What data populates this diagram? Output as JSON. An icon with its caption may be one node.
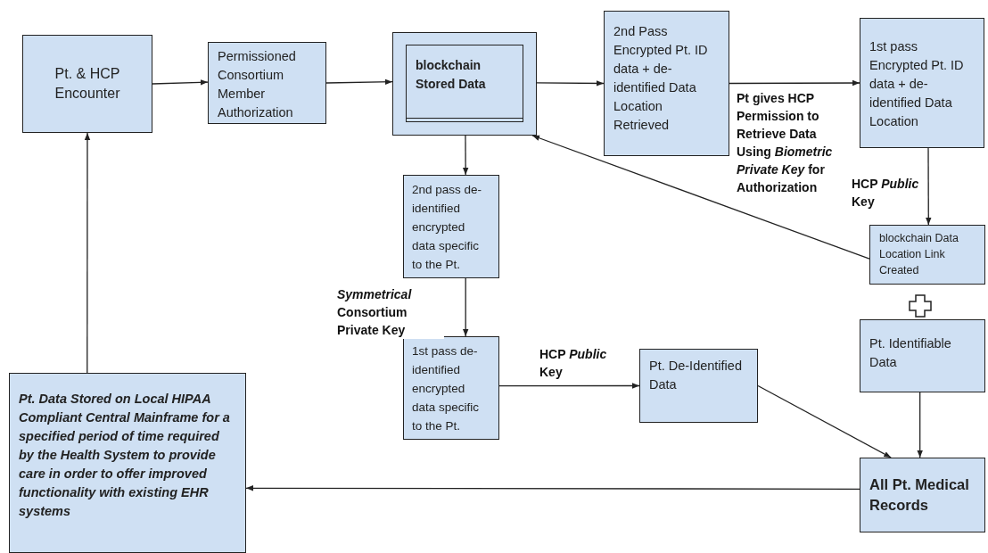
{
  "diagram": {
    "nodes": [
      {
        "text": [
          "Pt. & HCP Encounter"
        ]
      },
      {
        "text": [
          "Permissioned Consortium Member Authorization"
        ]
      },
      {
        "text": [],
        "shape": "box"
      },
      {
        "text": [
          "blockchain Stored Data"
        ],
        "in": 2
      },
      {
        "text": [
          "2nd Pass Encrypted Pt. ID data + de-identified Data Location Retrieved"
        ]
      },
      {
        "text": [
          "1st pass Encrypted Pt. ID data + de-identified Data Location"
        ]
      },
      {
        "text": [
          "2nd pass de-identified encrypted data specific to the Pt."
        ]
      },
      {
        "text": [
          "blockchain Data Location Link Created"
        ]
      },
      {
        "text": [
          "Pt. Identifiable Data"
        ]
      },
      {
        "text": [
          "1st pass de-identified encrypted data specific to the Pt."
        ]
      },
      {
        "text": [
          "Pt. De-Identified Data"
        ]
      },
      {
        "text": [
          "All Pt. Medical Records"
        ]
      },
      {
        "text": [
          "Pt. Data Stored on Local HIPAA Compliant Central Mainframe for a specified period of time required by the Health System to provide care in order to offer improved functionality with existing EHR systems"
        ]
      }
    ],
    "edges": [
      {
        "from": 0,
        "to": 1,
        "arrow": "to"
      },
      {
        "from": 1,
        "to": 2,
        "arrow": "to"
      },
      {
        "from": 2,
        "to": 4,
        "arrow": "to"
      },
      {
        "from": 4,
        "to": 5,
        "arrow": "to",
        "label": "Pt gives HCP Permission to Retrieve Data Using *Biometric Private Key* for Authorization"
      },
      {
        "from": 2,
        "to": 6,
        "arrow": "to"
      },
      {
        "from": 6,
        "to": 9,
        "arrow": "to",
        "label": "*Symmetrical* Consortium Private Key"
      },
      {
        "from": 9,
        "to": 10,
        "arrow": "to",
        "label": "HCP *Public* Key"
      },
      {
        "from": 5,
        "to": 7,
        "arrow": "to",
        "label": "HCP *Public* Key"
      },
      {
        "from": 7,
        "to": 2,
        "arrow": "to"
      },
      {
        "from": 10,
        "to": 11,
        "arrow": "to"
      },
      {
        "from": 8,
        "to": 11,
        "arrow": "to"
      },
      {
        "from": 11,
        "to": 12,
        "arrow": "to"
      },
      {
        "from": 12,
        "to": 0,
        "arrow": "to"
      }
    ]
  }
}
